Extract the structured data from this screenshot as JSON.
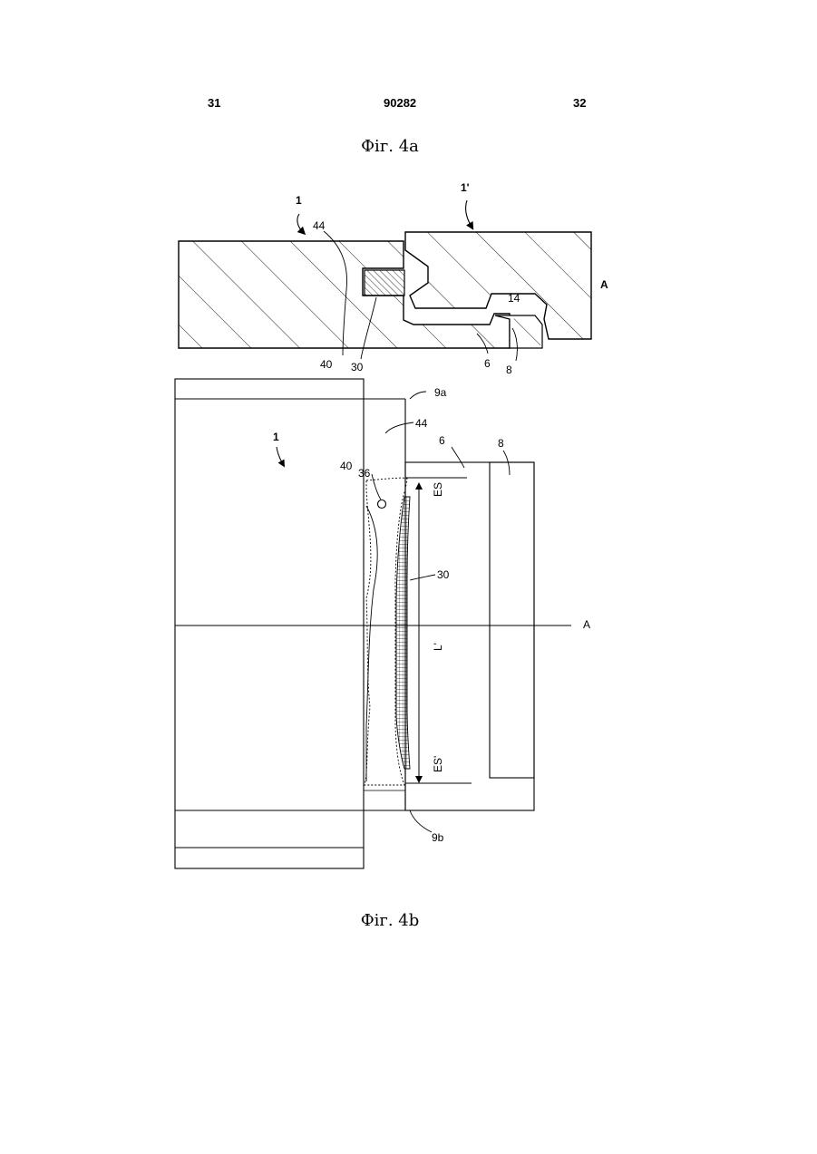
{
  "header": {
    "left_page": "31",
    "center_number": "90282",
    "right_page": "32"
  },
  "figures": {
    "fig_a": {
      "caption": "Фіг. 4а",
      "labels": {
        "panel1": "1",
        "panel1_prime": "1'",
        "l44": "44",
        "l40": "40",
        "l30": "30",
        "l6": "6",
        "l8": "8",
        "l14": "14",
        "axis": "A"
      }
    },
    "fig_b": {
      "caption": "Фіг. 4b",
      "labels": {
        "l9a": "9a",
        "l44": "44",
        "l6": "6",
        "l8": "8",
        "l1": "1",
        "l40": "40",
        "l36": "36",
        "l30": "30",
        "axis": "A",
        "es_top": "ES",
        "l_len": "L'",
        "es_bottom": "ES'",
        "l9b": "9b"
      }
    }
  }
}
